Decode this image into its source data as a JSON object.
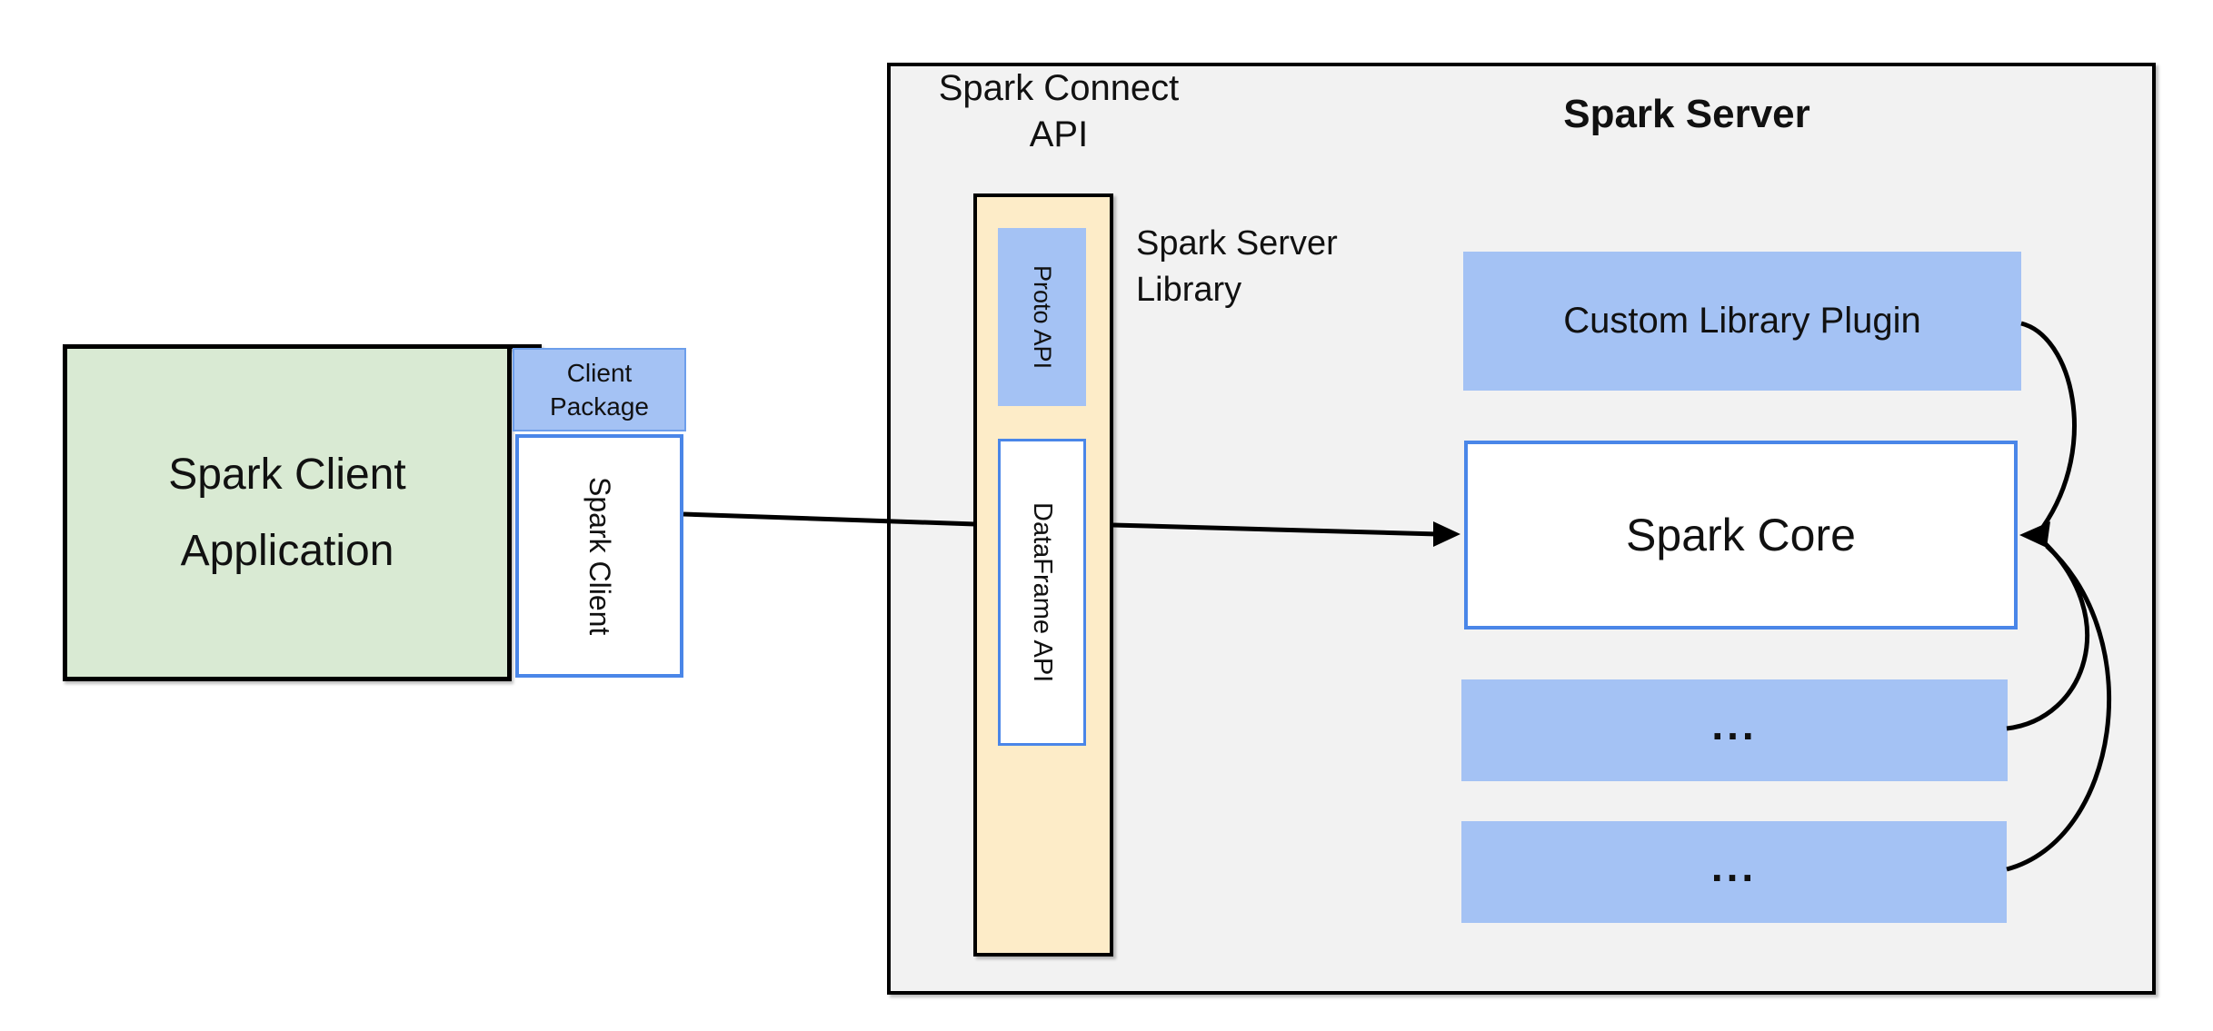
{
  "colors": {
    "green_fill": "#d9ead3",
    "blue_fill": "#a4c2f4",
    "yellow_fill": "#fdecc8",
    "container_fill": "#f2f2f2",
    "blue_border": "#4a86e8",
    "package_border": "#6d9eeb",
    "line_color": "#000000",
    "text_color": "#111111"
  },
  "client": {
    "app_line1": "Spark Client",
    "app_line2": "Application",
    "package_line1": "Client",
    "package_line2": "Package",
    "spark_client_label": "Spark Client"
  },
  "connect": {
    "title_line1": "Spark Connect",
    "title_line2": "API",
    "proto_api_label": "Proto API",
    "dataframe_api_label": "DataFrame API",
    "server_library_line1": "Spark Server",
    "server_library_line2": "Library"
  },
  "server": {
    "title": "Spark Server",
    "plugin_label": "Custom Library Plugin",
    "core_label": "Spark Core",
    "ellipsis_1": "...",
    "ellipsis_2": "..."
  }
}
